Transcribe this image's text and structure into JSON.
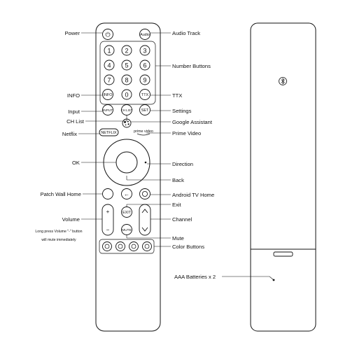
{
  "labels": {
    "power": "Power",
    "audio_track": "Audio Track",
    "number_buttons": "Number Buttons",
    "info": "INFO",
    "ttx": "TTX",
    "input": "Input",
    "settings": "Settings",
    "ch_list": "CH List",
    "google_assistant": "Google Assistant",
    "netflix": "Netflix",
    "prime_video": "Prime Video",
    "ok": "OK",
    "direction": "Direction",
    "back": "Back",
    "patch_wall_home": "Patch Wall Home",
    "android_tv_home": "Android TV Home",
    "exit": "Exit",
    "volume": "Volume",
    "channel": "Channel",
    "long_press_note_1": "Long press Volume \"-\" button",
    "long_press_note_2": "will mute immediately",
    "mute": "Mute",
    "color_buttons": "Color Buttons",
    "aaa_batteries": "AAA Batteries x 2"
  },
  "keys": {
    "power_symbol": "⏻",
    "audio": "Audio",
    "digits": [
      "1",
      "2",
      "3",
      "4",
      "5",
      "6",
      "7",
      "8",
      "9",
      "0"
    ],
    "info": "INFO",
    "ttx": "TTX",
    "input": "INPUT",
    "ch_list": "CH LIST",
    "set": "SET",
    "netflix": "NETFLIX",
    "prime_video": "prime video",
    "vol_plus": "+",
    "vol_minus": "−",
    "exit": "EXIT",
    "mute": "MUTE",
    "ch_up": "^",
    "ch_down": "v",
    "back_arrow": "←"
  },
  "icons": {
    "bluetooth": "bluetooth-icon",
    "google_assistant": "google-assistant-icon",
    "android_home": "android-tv-home-icon"
  },
  "colors": {
    "outline": "#111111",
    "background": "#ffffff"
  }
}
